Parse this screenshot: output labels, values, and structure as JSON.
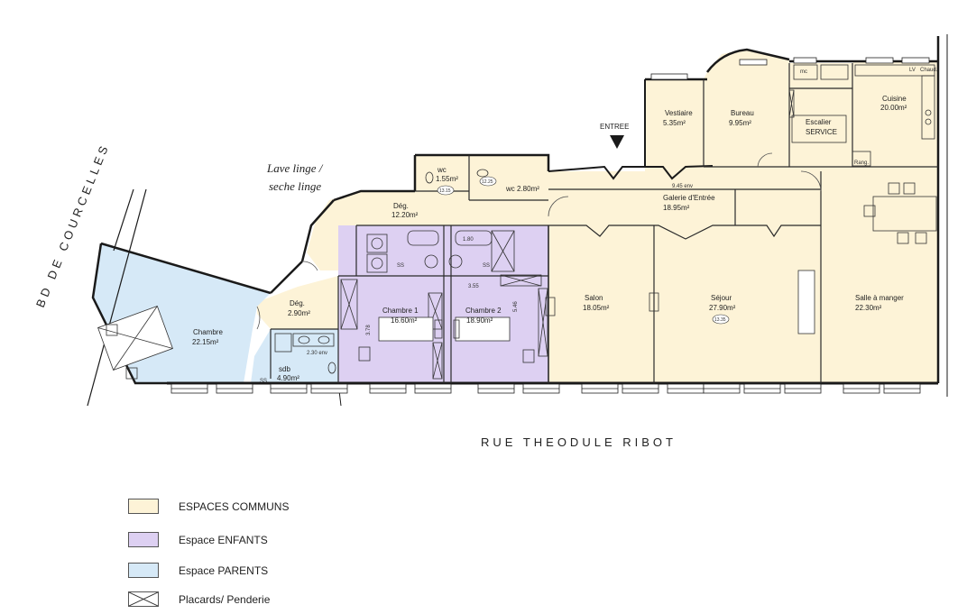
{
  "colors": {
    "communs": "#fdf3d7",
    "enfants": "#ddd0f2",
    "parents": "#d6e9f7",
    "wall": "#1a1a1a"
  },
  "street_bottom": "RUE THEODULE RIBOT",
  "street_left": "BD DE COURCELLES",
  "entree": "ENTREE",
  "note": {
    "line1": "Lave linge /",
    "line2": "seche linge"
  },
  "rooms": {
    "vestiaire": {
      "name": "Vestiaire",
      "area": "5.35m²"
    },
    "bureau": {
      "name": "Bureau",
      "area": "9.95m²"
    },
    "escalier": {
      "name": "Escalier",
      "sub": "SERVICE"
    },
    "cuisine": {
      "name": "Cuisine",
      "area": "20.00m²"
    },
    "wc1": {
      "name": "wc",
      "area": "1.55m²"
    },
    "wc2": {
      "name": "wc 2.80m²"
    },
    "galerie": {
      "name": "Galerie d'Entrée",
      "area": "18.95m²"
    },
    "deg1": {
      "name": "Dég.",
      "area": "12.20m²"
    },
    "deg2": {
      "name": "Dég.",
      "area": "2.90m²"
    },
    "chambre": {
      "name": "Chambre",
      "area": "22.15m²"
    },
    "sdb": {
      "name": "sdb",
      "area": "4.90m²"
    },
    "chambre1": {
      "name": "Chambre 1",
      "area": "16.60m²"
    },
    "chambre2": {
      "name": "Chambre 2",
      "area": "18.90m²"
    },
    "salon": {
      "name": "Salon",
      "area": "18.05m²"
    },
    "sejour": {
      "name": "Séjour",
      "area": "27.90m²"
    },
    "salle": {
      "name": "Salle à manger",
      "area": "22.30m²"
    }
  },
  "small_labels": {
    "mc": "mc",
    "lv": "LV",
    "chaud": "Chaud.",
    "rang": "Rang.",
    "ss1": "SS",
    "ss2": "SS",
    "ss3": "SS",
    "dim_945": "9.45 env",
    "dim_355": "3.55",
    "dim_180": "1.80",
    "dim_230": "2.30 env",
    "dim_378": "3.78",
    "dim_546": "5.46",
    "ht1": "13.15",
    "ht2": "12.25",
    "ht3": "13.35"
  },
  "legend": [
    {
      "label": "ESPACES COMMUNS",
      "color": "#fdf3d7",
      "kind": "fill"
    },
    {
      "label": "Espace ENFANTS",
      "color": "#ddd0f2",
      "kind": "fill"
    },
    {
      "label": "Espace PARENTS",
      "color": "#d6e9f7",
      "kind": "fill"
    },
    {
      "label": "Placards/ Penderie",
      "color": "#ffffff",
      "kind": "cross"
    }
  ]
}
